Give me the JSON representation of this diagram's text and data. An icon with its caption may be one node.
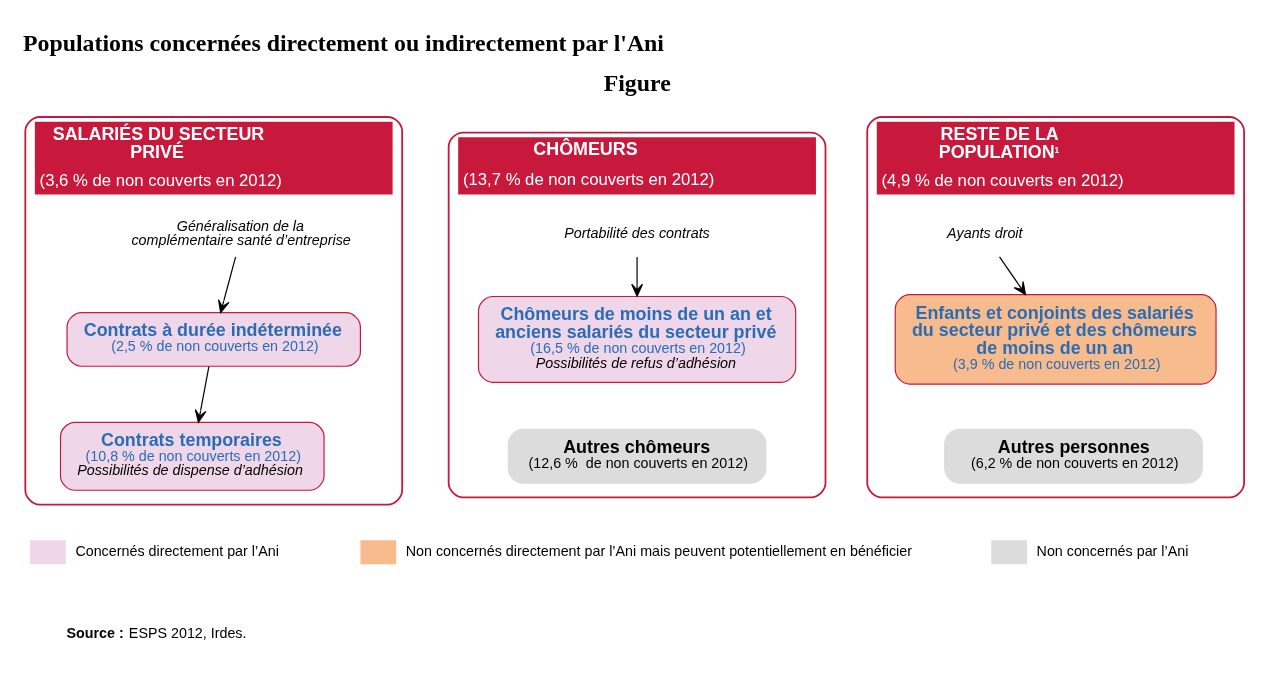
{
  "diagram": {
    "title": "Populations concernées directement ou indirectement par l'Ani",
    "caption": "**Source :** ESPS 2012, Irdes.",
    "nodes": [
      {
        "text": [
          "SALARIÉS DU SECTEUR PRIVÉ",
          "(3,6 % de non couverts en 2012)"
        ]
      },
      {
        "text": [
          "Généralisation de la complémentaire santé d’entreprise"
        ],
        "in": 0
      },
      {
        "text": [
          "Contrats à durée indéterminée",
          "(2,5 % de non couverts en 2012)"
        ],
        "in": 0
      },
      {
        "text": [
          "Contrats temporaires",
          "(10,8 % de non couverts en 2012)",
          "Possibilités de dispense d’adhésion"
        ],
        "in": 0
      },
      {
        "text": [
          "CHÔMEURS",
          "(13,7 % de non couverts en 2012)"
        ]
      },
      {
        "text": [
          "Portabilité des contrats"
        ],
        "in": 4
      },
      {
        "text": [
          "Chômeurs de moins de un an et anciens salariés du secteur privé",
          "(16,5 % de non couverts en 2012)",
          "Possibilités de refus d’adhésion"
        ],
        "in": 4
      },
      {
        "text": [
          "Autres chômeurs",
          "(12,6 %  de non couverts en 2012)"
        ],
        "in": 4
      },
      {
        "text": [
          "RESTE DE LA POPULATION$^{1}$",
          "(4,9 % de non couverts en 2012)"
        ]
      },
      {
        "text": [
          "Ayants droit"
        ],
        "in": 8
      },
      {
        "text": [
          "Enfants et conjoints des salariés du secteur privé et des chômeurs de moins de un an",
          "(3,9 % de non couverts en 2012)"
        ],
        "in": 8
      },
      {
        "text": [
          "Autres personnes",
          "(6,2 % de non couverts en 2012)"
        ],
        "in": 8
      }
    ],
    "edges": [
      {
        "from": 1,
        "to": 2,
        "arrow": "to"
      },
      {
        "from": 2,
        "to": 3,
        "arrow": "to"
      },
      {
        "from": 5,
        "to": 6,
        "arrow": "to"
      },
      {
        "from": 9,
        "to": 10,
        "arrow": "to"
      }
    ],
    "labels": [
      "Figure"
    ],
    "legend": [
      {
        "text": "Concernés directement par l’Ani",
        "color": "#efd6e8"
      },
      {
        "text": "Non concernés directement par l’Ani mais peuvent potentiellement en bénéficier",
        "color": "#f8bb8e"
      },
      {
        "text": "Non concernés par l’Ani",
        "color": "#dcdcdd"
      }
    ]
  }
}
